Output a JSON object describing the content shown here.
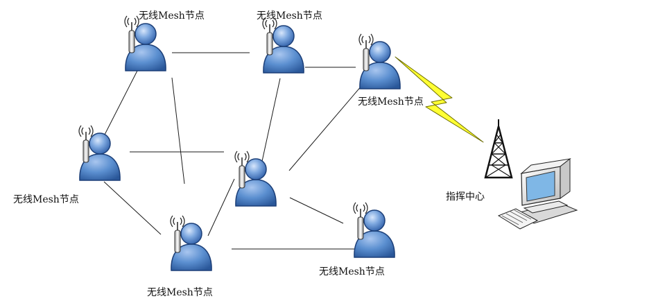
{
  "nodes": [
    {
      "id": "n1",
      "label": "无线Mesh节点"
    },
    {
      "id": "n2",
      "label": "无线Mesh节点"
    },
    {
      "id": "n3",
      "label": "无线Mesh节点"
    },
    {
      "id": "n4",
      "label": "无线Mesh节点"
    },
    {
      "id": "n5",
      "label": ""
    },
    {
      "id": "n6",
      "label": "无线Mesh节点"
    },
    {
      "id": "n7",
      "label": "无线Mesh节点"
    }
  ],
  "links": [
    [
      "n1",
      "n2"
    ],
    [
      "n2",
      "n3"
    ],
    [
      "n1",
      "n4"
    ],
    [
      "n1",
      "n6"
    ],
    [
      "n4",
      "n5"
    ],
    [
      "n4",
      "n6"
    ],
    [
      "n2",
      "n5"
    ],
    [
      "n3",
      "n5"
    ],
    [
      "n5",
      "n6"
    ],
    [
      "n5",
      "n7"
    ],
    [
      "n6",
      "n7"
    ]
  ],
  "wireless_link": {
    "from": "n3",
    "to": "command_center"
  },
  "command_center": {
    "label": "指挥中心"
  },
  "colors": {
    "person_body": "#5b8fd0",
    "person_edge": "#1c3f78",
    "link": "#1a1a1a",
    "lightning": "#ffff33",
    "lightning_edge": "#6b6b00"
  }
}
